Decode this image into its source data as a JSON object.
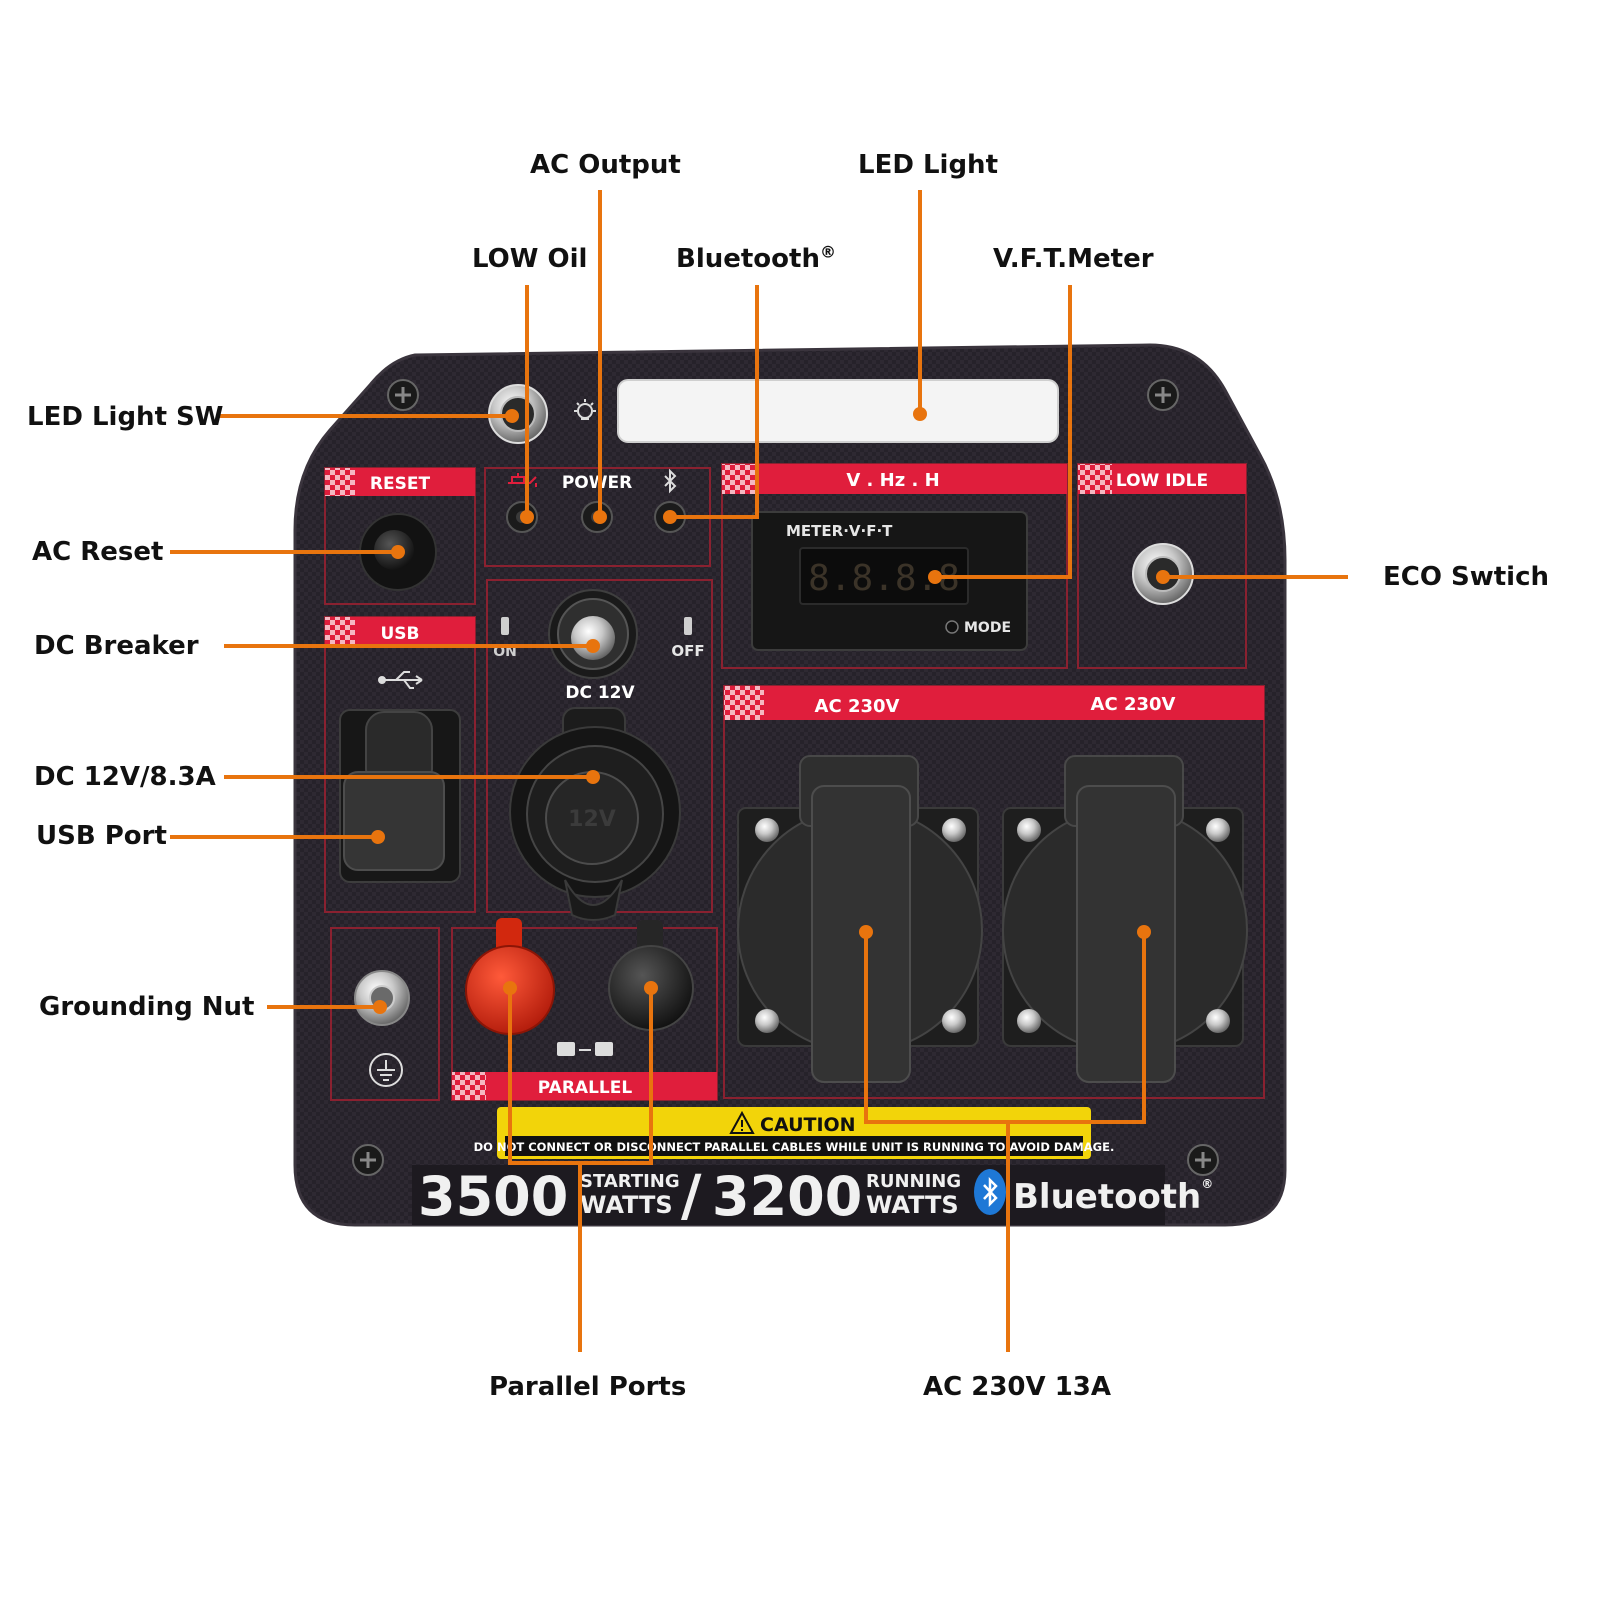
{
  "colors": {
    "leader": "#e8740e",
    "panel": "#26222a",
    "panel_edge": "#3a343d",
    "accent_red": "#e01e3c",
    "caution_yellow": "#f2d40a",
    "text_dark": "#111111"
  },
  "callouts": {
    "ac_output": "AC Output",
    "led_light": "LED Light",
    "low_oil": "LOW Oil",
    "bluetooth_base": "Bluetooth",
    "bluetooth_reg": "®",
    "vft_meter": "V.F.T.Meter",
    "led_light_sw": "LED Light SW",
    "ac_reset": "AC Reset",
    "eco_switch": "ECO Swtich",
    "dc_breaker": "DC Breaker",
    "dc_12v": "DC 12V/8.3A",
    "usb_port": "USB Port",
    "grounding_nut": "Grounding Nut",
    "parallel_ports": "Parallel Ports",
    "ac_230v_13a": "AC 230V 13A"
  },
  "panel": {
    "reset": "RESET",
    "power": "POWER",
    "vhzh": "V . Hz . H",
    "low_idle": "LOW IDLE",
    "meter_label": "METER·V·F·T",
    "meter_digits": "8.8.8.8",
    "mode": "MODE",
    "usb": "USB",
    "on": "ON",
    "off": "OFF",
    "dc_12v": "DC 12V",
    "socket_12v": "12V",
    "ac_230v_left": "AC 230V",
    "ac_230v_right": "AC 230V",
    "parallel": "PARALLEL",
    "caution": "CAUTION",
    "caution_text": "DO NOT CONNECT OR DISCONNECT PARALLEL CABLES WHILE UNIT IS RUNNING TO AVOID DAMAGE.",
    "starting_watts_value": "3500",
    "starting": "STARTING",
    "watts_1": "WATTS",
    "slash": "/",
    "running_watts_value": "3200",
    "running": "RUNNING",
    "watts_2": "WATTS",
    "bluetooth_brand": "Bluetooth",
    "bluetooth_brand_reg": "®"
  }
}
